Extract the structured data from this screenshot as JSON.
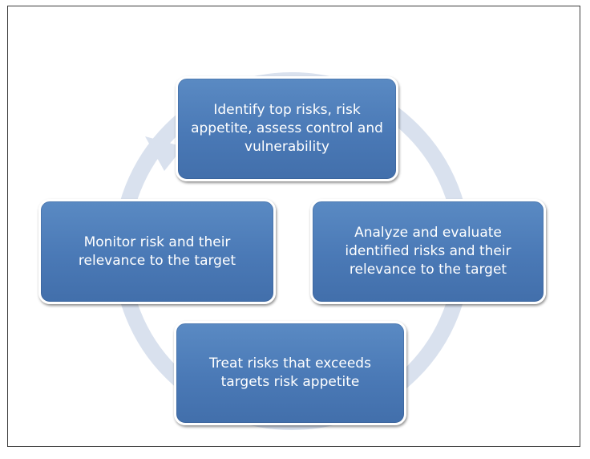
{
  "diagram": {
    "colors": {
      "node_fill": "#4f7fbd",
      "node_border": "#ffffff",
      "cycle_arrow": "#d7e0ee",
      "text": "#ffffff"
    },
    "nodes": [
      {
        "id": "identify",
        "label": "Identify top risks, risk appetite, assess control and vulnerability"
      },
      {
        "id": "analyze",
        "label": "Analyze and evaluate identified risks and their relevance to the target"
      },
      {
        "id": "treat",
        "label": "Treat risks that exceeds targets risk appetite"
      },
      {
        "id": "monitor",
        "label": "Monitor risk and their relevance to the target"
      }
    ]
  }
}
